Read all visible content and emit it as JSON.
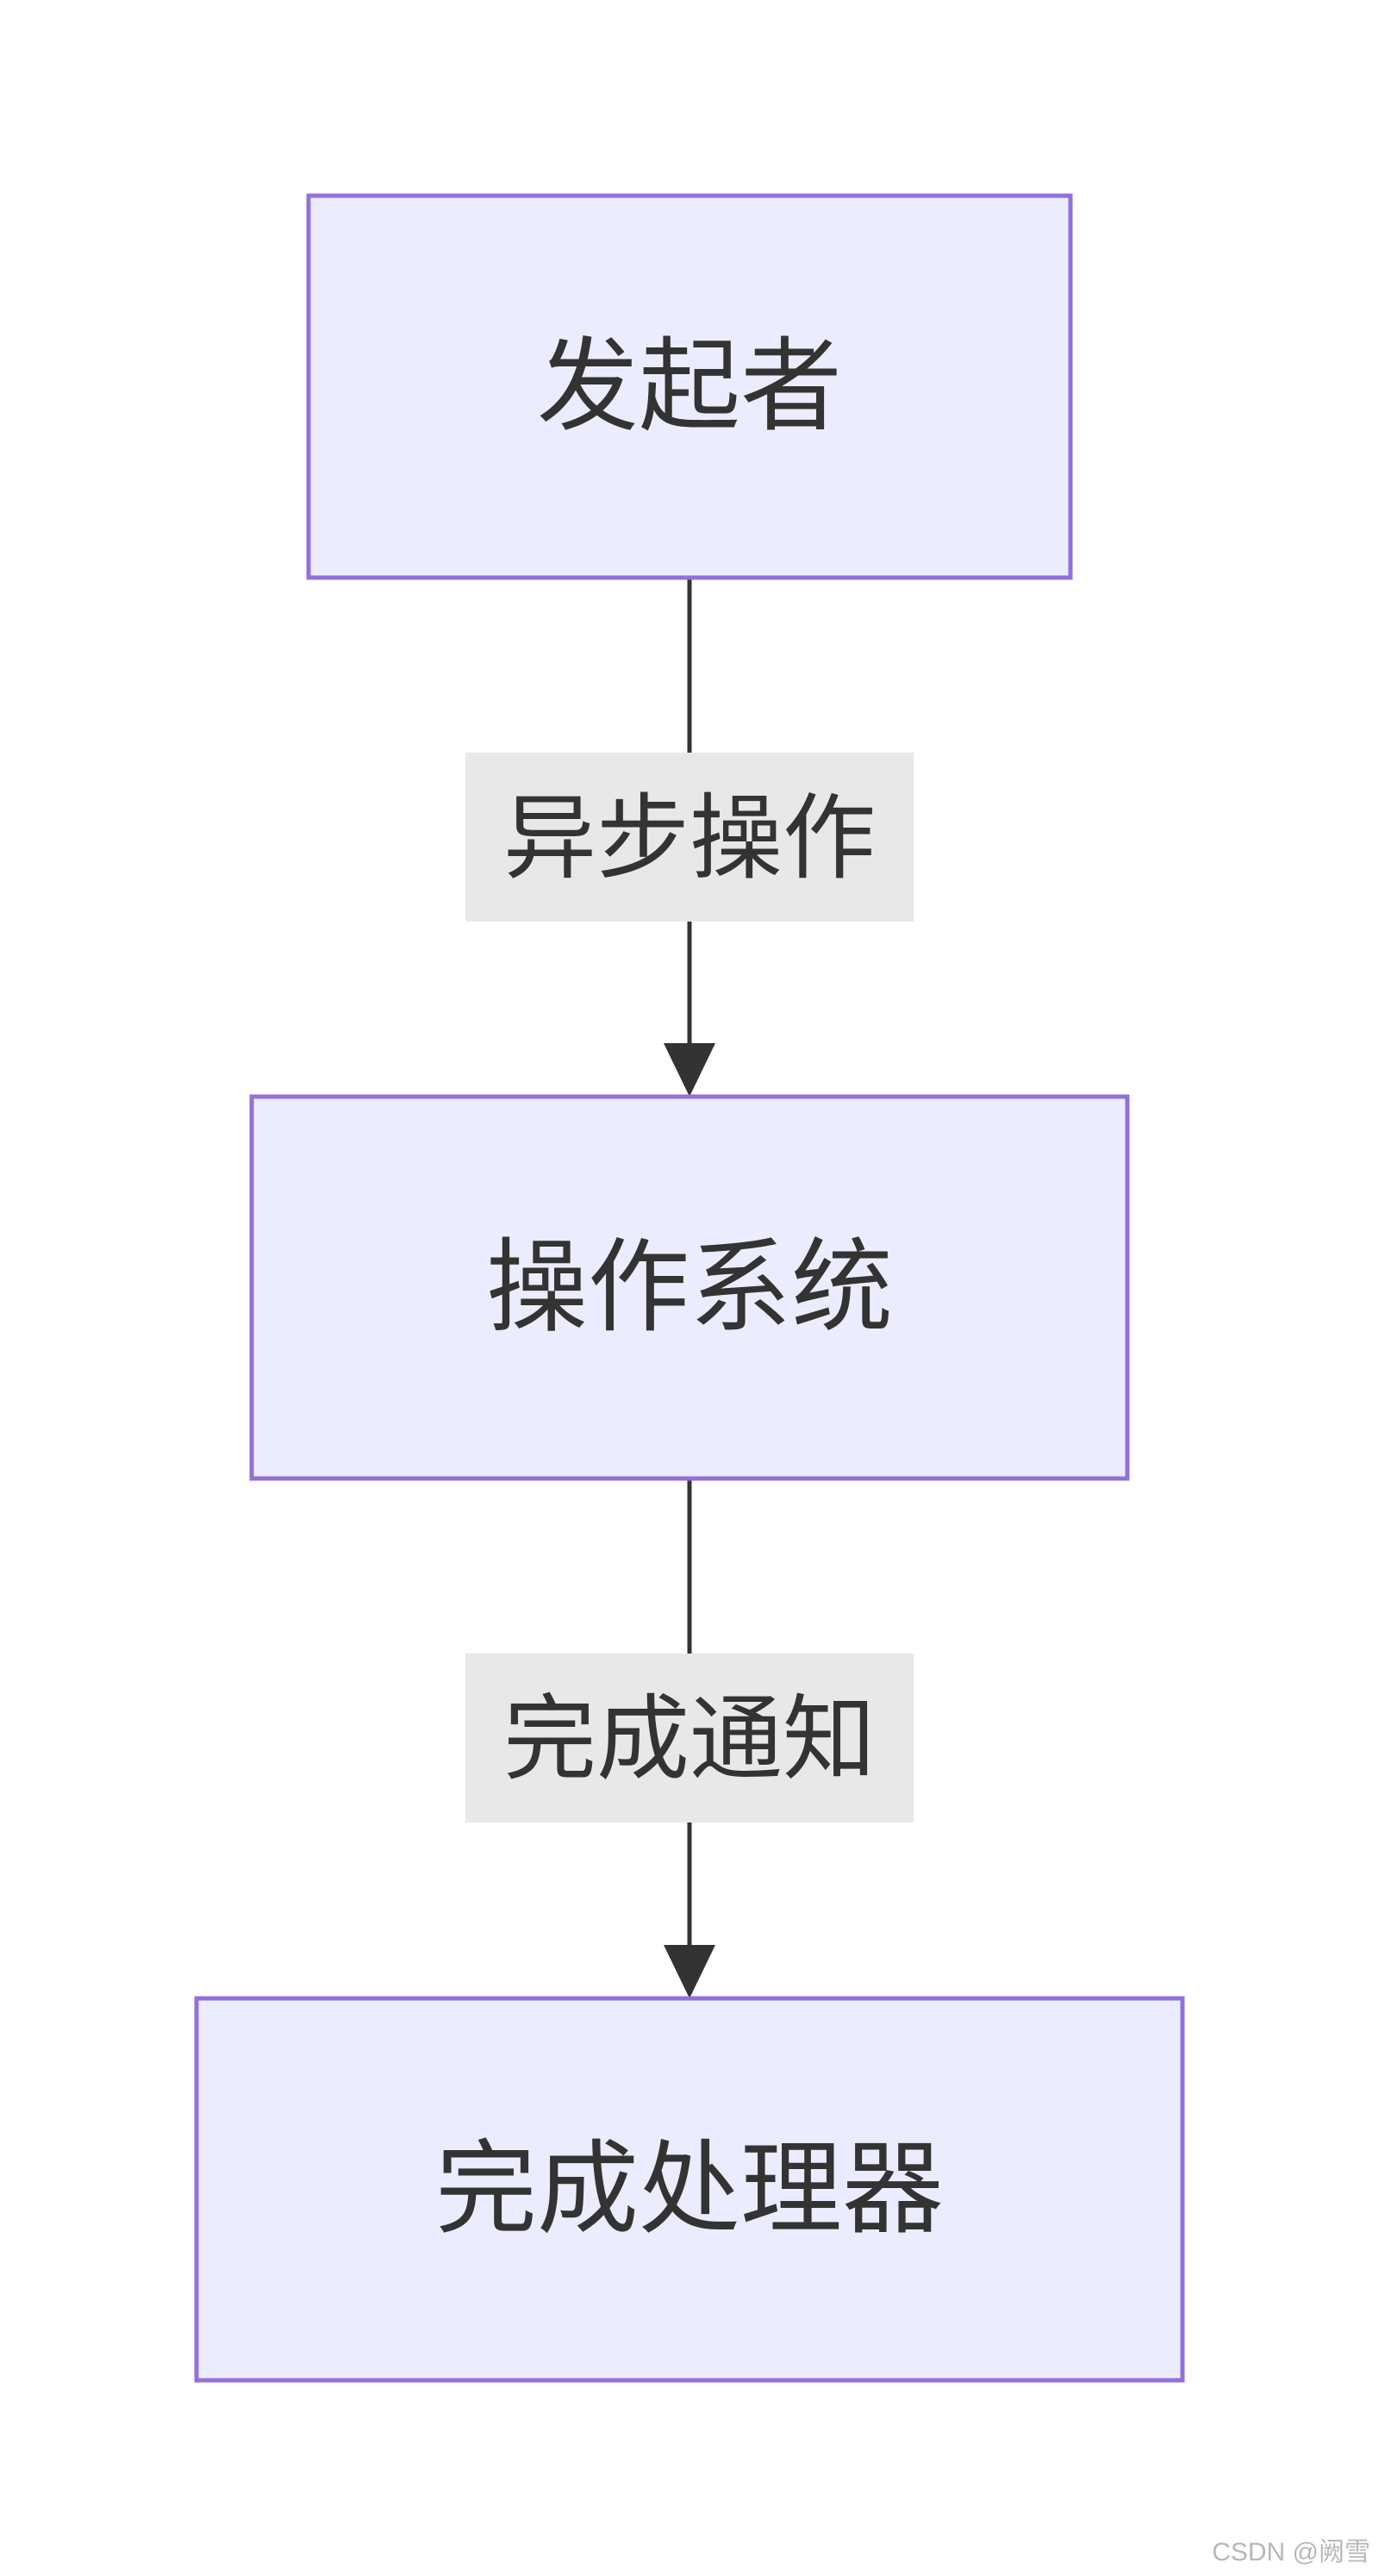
{
  "nodes": [
    {
      "id": "initiator",
      "label": "发起者"
    },
    {
      "id": "os",
      "label": "操作系统"
    },
    {
      "id": "handler",
      "label": "完成处理器"
    }
  ],
  "edges": [
    {
      "from": "initiator",
      "to": "os",
      "label": "异步操作"
    },
    {
      "from": "os",
      "to": "handler",
      "label": "完成通知"
    }
  ],
  "watermark": "CSDN @阙雪",
  "colors": {
    "node_fill": "#ececff",
    "node_stroke": "#9370db",
    "edge": "#333333",
    "edge_label_bg": "#e8e8e8",
    "text": "#333333"
  }
}
